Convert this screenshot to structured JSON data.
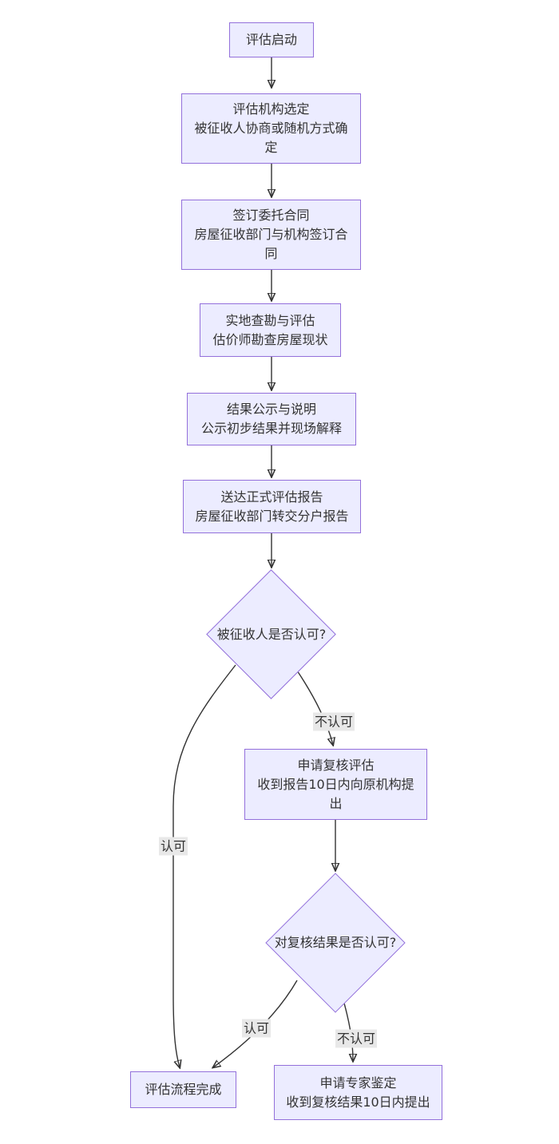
{
  "colors": {
    "node_fill": "#ECECFF",
    "node_border": "#9370DB",
    "edge_line": "#333333",
    "edge_label_bg": "#e8e8e8",
    "text": "#333333"
  },
  "nodes": {
    "start": {
      "lines": [
        "评估启动"
      ]
    },
    "agency": {
      "lines": [
        "评估机构选定",
        "被征收人协商或随机方式确",
        "定"
      ]
    },
    "contract": {
      "lines": [
        "签订委托合同",
        "房屋征收部门与机构签订合",
        "同"
      ]
    },
    "survey": {
      "lines": [
        "实地查勘与评估",
        "估价师勘查房屋现状"
      ]
    },
    "publicity": {
      "lines": [
        "结果公示与说明",
        "公示初步结果并现场解释"
      ]
    },
    "deliver": {
      "lines": [
        "送达正式评估报告",
        "房屋征收部门转交分户报告"
      ]
    },
    "decision1": {
      "lines": [
        "被征收人是否认可?"
      ]
    },
    "review": {
      "lines": [
        "申请复核评估",
        "收到报告10日内向原机构提",
        "出"
      ]
    },
    "decision2": {
      "lines": [
        "对复核结果是否认可?"
      ]
    },
    "complete": {
      "lines": [
        "评估流程完成"
      ]
    },
    "expert": {
      "lines": [
        "申请专家鉴定",
        "收到复核结果10日内提出"
      ]
    }
  },
  "edge_labels": {
    "approve1": "认可",
    "reject1": "不认可",
    "approve2": "认可",
    "reject2": "不认可"
  }
}
